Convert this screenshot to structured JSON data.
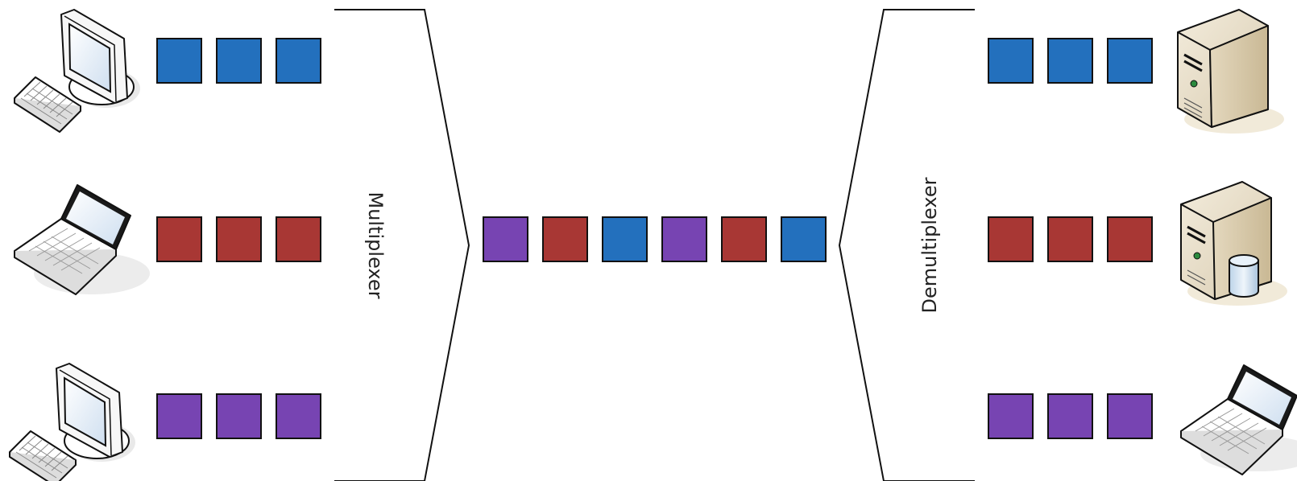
{
  "diagram": {
    "multiplexer_label": "Multiplexer",
    "demultiplexer_label": "Demultiplexer",
    "colors": {
      "blue": "#2370BD",
      "red": "#A83734",
      "purple": "#7744B2",
      "outline": "#111111"
    },
    "inputs": [
      {
        "device": "desktop-computer-icon",
        "color": "blue",
        "packets": 3
      },
      {
        "device": "laptop-icon",
        "color": "red",
        "packets": 3
      },
      {
        "device": "desktop-computer-icon",
        "color": "purple",
        "packets": 3
      }
    ],
    "shared_link": [
      "purple",
      "red",
      "blue",
      "purple",
      "red",
      "blue"
    ],
    "outputs": [
      {
        "device": "server-icon",
        "color": "blue",
        "packets": 3
      },
      {
        "device": "database-server-icon",
        "color": "red",
        "packets": 3
      },
      {
        "device": "laptop-icon",
        "color": "purple",
        "packets": 3
      }
    ]
  }
}
